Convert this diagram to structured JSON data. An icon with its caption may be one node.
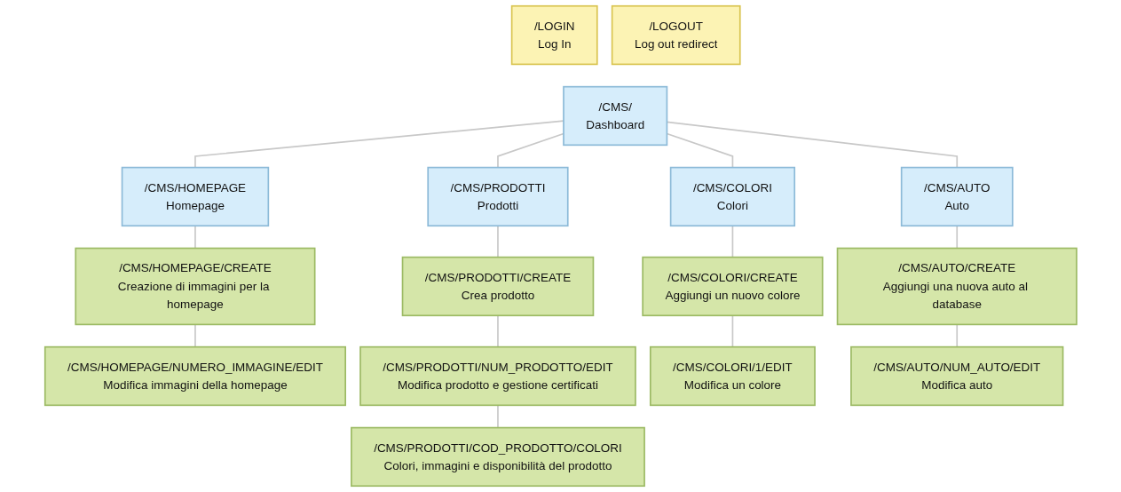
{
  "diagram": {
    "nodes": [
      {
        "text": [
          "/LOGIN",
          "Log In"
        ]
      },
      {
        "text": [
          "/LOGOUT",
          "Log out redirect"
        ]
      },
      {
        "text": [
          "/CMS/",
          "Dashboard"
        ]
      },
      {
        "text": [
          "/CMS/HOMEPAGE",
          "Homepage"
        ]
      },
      {
        "text": [
          "/CMS/PRODOTTI",
          "Prodotti"
        ]
      },
      {
        "text": [
          "/CMS/COLORI",
          "Colori"
        ]
      },
      {
        "text": [
          "/CMS/AUTO",
          "Auto"
        ]
      },
      {
        "text": [
          "/CMS/HOMEPAGE/CREATE",
          "Creazione di immagini per la homepage"
        ]
      },
      {
        "text": [
          "/CMS/HOMEPAGE/NUMERO_IMMAGINE/EDIT",
          "Modifica immagini della homepage"
        ]
      },
      {
        "text": [
          "/CMS/PRODOTTI/CREATE",
          "Crea prodotto"
        ]
      },
      {
        "text": [
          "/CMS/PRODOTTI/NUM_PRODOTTO/EDIT",
          "Modifica prodotto e gestione certificati"
        ]
      },
      {
        "text": [
          "/CMS/PRODOTTI/COD_PRODOTTO/COLORI",
          "Colori, immagini e disponibilità del prodotto"
        ]
      },
      {
        "text": [
          "/CMS/COLORI/CREATE",
          "Aggiungi un nuovo colore"
        ]
      },
      {
        "text": [
          "/CMS/COLORI/1/EDIT",
          "Modifica un colore"
        ]
      },
      {
        "text": [
          "/CMS/AUTO/CREATE",
          "Aggiungi una nuova auto al database"
        ]
      },
      {
        "text": [
          "/CMS/AUTO/NUM_AUTO/EDIT",
          "Modifica auto"
        ]
      }
    ],
    "edges": [
      {
        "from": 2,
        "to": 3,
        "arrow": "none"
      },
      {
        "from": 2,
        "to": 4,
        "arrow": "none"
      },
      {
        "from": 2,
        "to": 5,
        "arrow": "none"
      },
      {
        "from": 2,
        "to": 6,
        "arrow": "none"
      },
      {
        "from": 3,
        "to": 7,
        "arrow": "none"
      },
      {
        "from": 7,
        "to": 8,
        "arrow": "none"
      },
      {
        "from": 4,
        "to": 9,
        "arrow": "none"
      },
      {
        "from": 9,
        "to": 10,
        "arrow": "none"
      },
      {
        "from": 10,
        "to": 11,
        "arrow": "none"
      },
      {
        "from": 5,
        "to": 12,
        "arrow": "none"
      },
      {
        "from": 12,
        "to": 13,
        "arrow": "none"
      },
      {
        "from": 6,
        "to": 14,
        "arrow": "none"
      },
      {
        "from": 14,
        "to": 15,
        "arrow": "none"
      }
    ]
  }
}
